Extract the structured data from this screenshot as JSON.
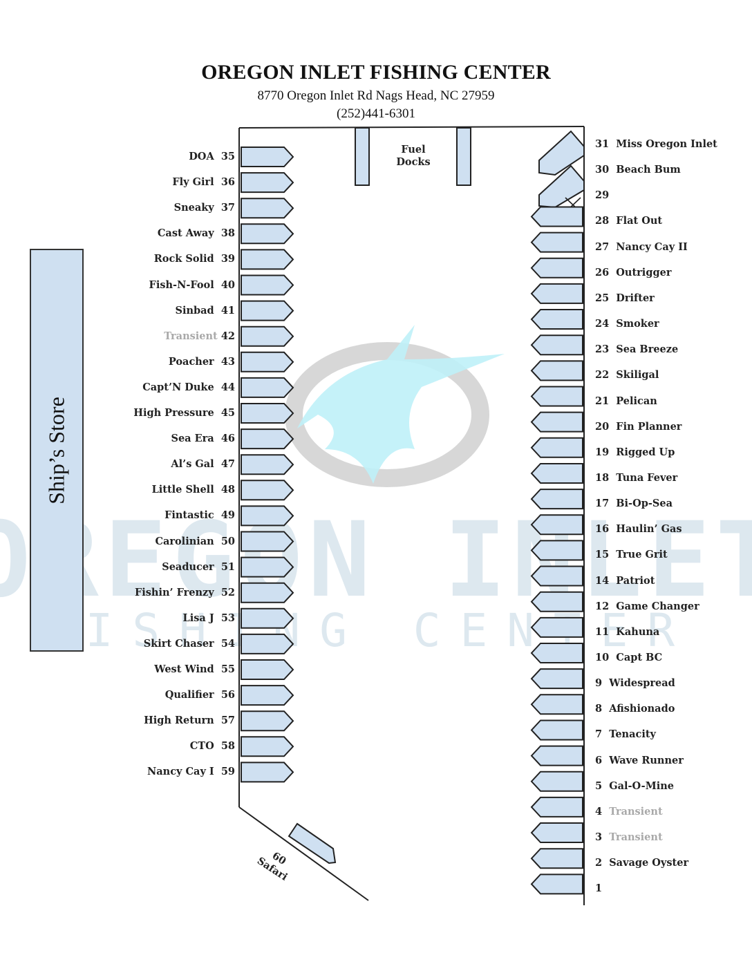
{
  "header": {
    "title": "OREGON INLET FISHING CENTER",
    "address": "8770 Oregon Inlet Rd Nags Head, NC 27959",
    "phone": "(252)441-6301"
  },
  "store": {
    "label": "Ship’s Store"
  },
  "fuel": {
    "line1": "Fuel",
    "line2": "Docks"
  },
  "safari": {
    "number": "60",
    "name": "Safari"
  },
  "watermark": {
    "line1": "OREGON INLET",
    "line2": "FISHING CENTER"
  },
  "colors": {
    "slip_fill": "#cfe0f1",
    "slip_stroke": "#222222",
    "text": "#222222",
    "transient": "#a9a9a9",
    "watermark": "#dde8ef",
    "logo": "#bff1f8"
  },
  "left_slips": [
    {
      "name": "DOA",
      "num": "35"
    },
    {
      "name": "Fly Girl",
      "num": "36"
    },
    {
      "name": "Sneaky",
      "num": "37"
    },
    {
      "name": "Cast Away",
      "num": "38"
    },
    {
      "name": "Rock Solid",
      "num": "39"
    },
    {
      "name": "Fish-N-Fool",
      "num": "40"
    },
    {
      "name": "Sinbad",
      "num": "41"
    },
    {
      "name": "Transient",
      "num": "42",
      "transient": true
    },
    {
      "name": "Poacher",
      "num": "43"
    },
    {
      "name": "Capt’N Duke",
      "num": "44"
    },
    {
      "name": "High Pressure",
      "num": "45"
    },
    {
      "name": "Sea Era",
      "num": "46"
    },
    {
      "name": "Al’s Gal",
      "num": "47"
    },
    {
      "name": "Little Shell",
      "num": "48"
    },
    {
      "name": "Fintastic",
      "num": "49"
    },
    {
      "name": "Carolinian",
      "num": "50"
    },
    {
      "name": "Seaducer",
      "num": "51"
    },
    {
      "name": "Fishin’ Frenzy",
      "num": "52"
    },
    {
      "name": "Lisa J",
      "num": "53"
    },
    {
      "name": "Skirt Chaser",
      "num": "54"
    },
    {
      "name": "West Wind",
      "num": "55"
    },
    {
      "name": "Qualifier",
      "num": "56"
    },
    {
      "name": "High Return",
      "num": "57"
    },
    {
      "name": "CTO",
      "num": "58"
    },
    {
      "name": "Nancy Cay I",
      "num": "59"
    }
  ],
  "right_slips": [
    {
      "num": "31",
      "name": "Miss Oregon Inlet"
    },
    {
      "num": "30",
      "name": "Beach Bum"
    },
    {
      "num": "29",
      "name": ""
    },
    {
      "num": "28",
      "name": "Flat Out"
    },
    {
      "num": "27",
      "name": "Nancy Cay II"
    },
    {
      "num": "26",
      "name": "Outrigger"
    },
    {
      "num": "25",
      "name": "Drifter"
    },
    {
      "num": "24",
      "name": "Smoker"
    },
    {
      "num": "23",
      "name": "Sea Breeze"
    },
    {
      "num": "22",
      "name": "Skiligal"
    },
    {
      "num": "21",
      "name": "Pelican"
    },
    {
      "num": "20",
      "name": "Fin Planner"
    },
    {
      "num": "19",
      "name": "Rigged Up"
    },
    {
      "num": "18",
      "name": "Tuna Fever"
    },
    {
      "num": "17",
      "name": "Bi-Op-Sea"
    },
    {
      "num": "16",
      "name": "Haulin’ Gas"
    },
    {
      "num": "15",
      "name": "True Grit"
    },
    {
      "num": "14",
      "name": "Patriot"
    },
    {
      "num": "12",
      "name": "Game Changer"
    },
    {
      "num": "11",
      "name": "Kahuna"
    },
    {
      "num": "10",
      "name": "Capt BC"
    },
    {
      "num": "9",
      "name": "Widespread"
    },
    {
      "num": "8",
      "name": "Afishionado"
    },
    {
      "num": "7",
      "name": "Tenacity"
    },
    {
      "num": "6",
      "name": "Wave Runner"
    },
    {
      "num": "5",
      "name": "Gal-O-Mine"
    },
    {
      "num": "4",
      "name": "Transient",
      "transient": true
    },
    {
      "num": "3",
      "name": "Transient",
      "transient": true
    },
    {
      "num": "2",
      "name": "Savage Oyster"
    },
    {
      "num": "1",
      "name": ""
    }
  ]
}
